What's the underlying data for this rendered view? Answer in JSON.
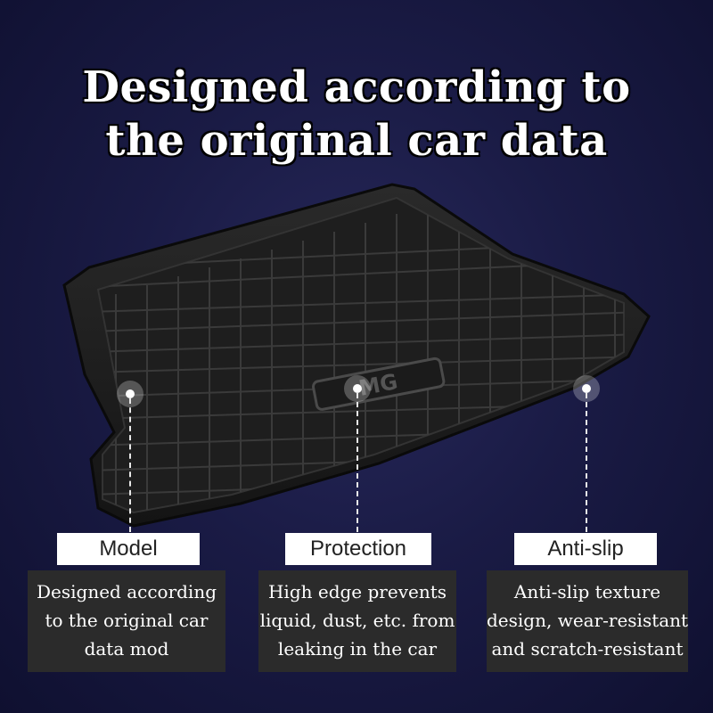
{
  "headline": {
    "line1": "Designed according to",
    "line2": "the original car data"
  },
  "logo_text": "MG",
  "features": [
    {
      "label": "Model",
      "desc": [
        "Designed according",
        "to the original car",
        "data mod"
      ]
    },
    {
      "label": "Protection",
      "desc": [
        "High edge prevents",
        "liquid, dust, etc. from",
        "leaking in the car"
      ]
    },
    {
      "label": "Anti-slip",
      "desc": [
        "Anti-slip texture",
        "design, wear-resistant",
        "and scratch-resistant"
      ]
    }
  ],
  "colors": {
    "background": "#1a1b45",
    "label_bg": "#ffffff",
    "desc_bg": "#2b2b2b",
    "mat": "#1c1c1c"
  }
}
